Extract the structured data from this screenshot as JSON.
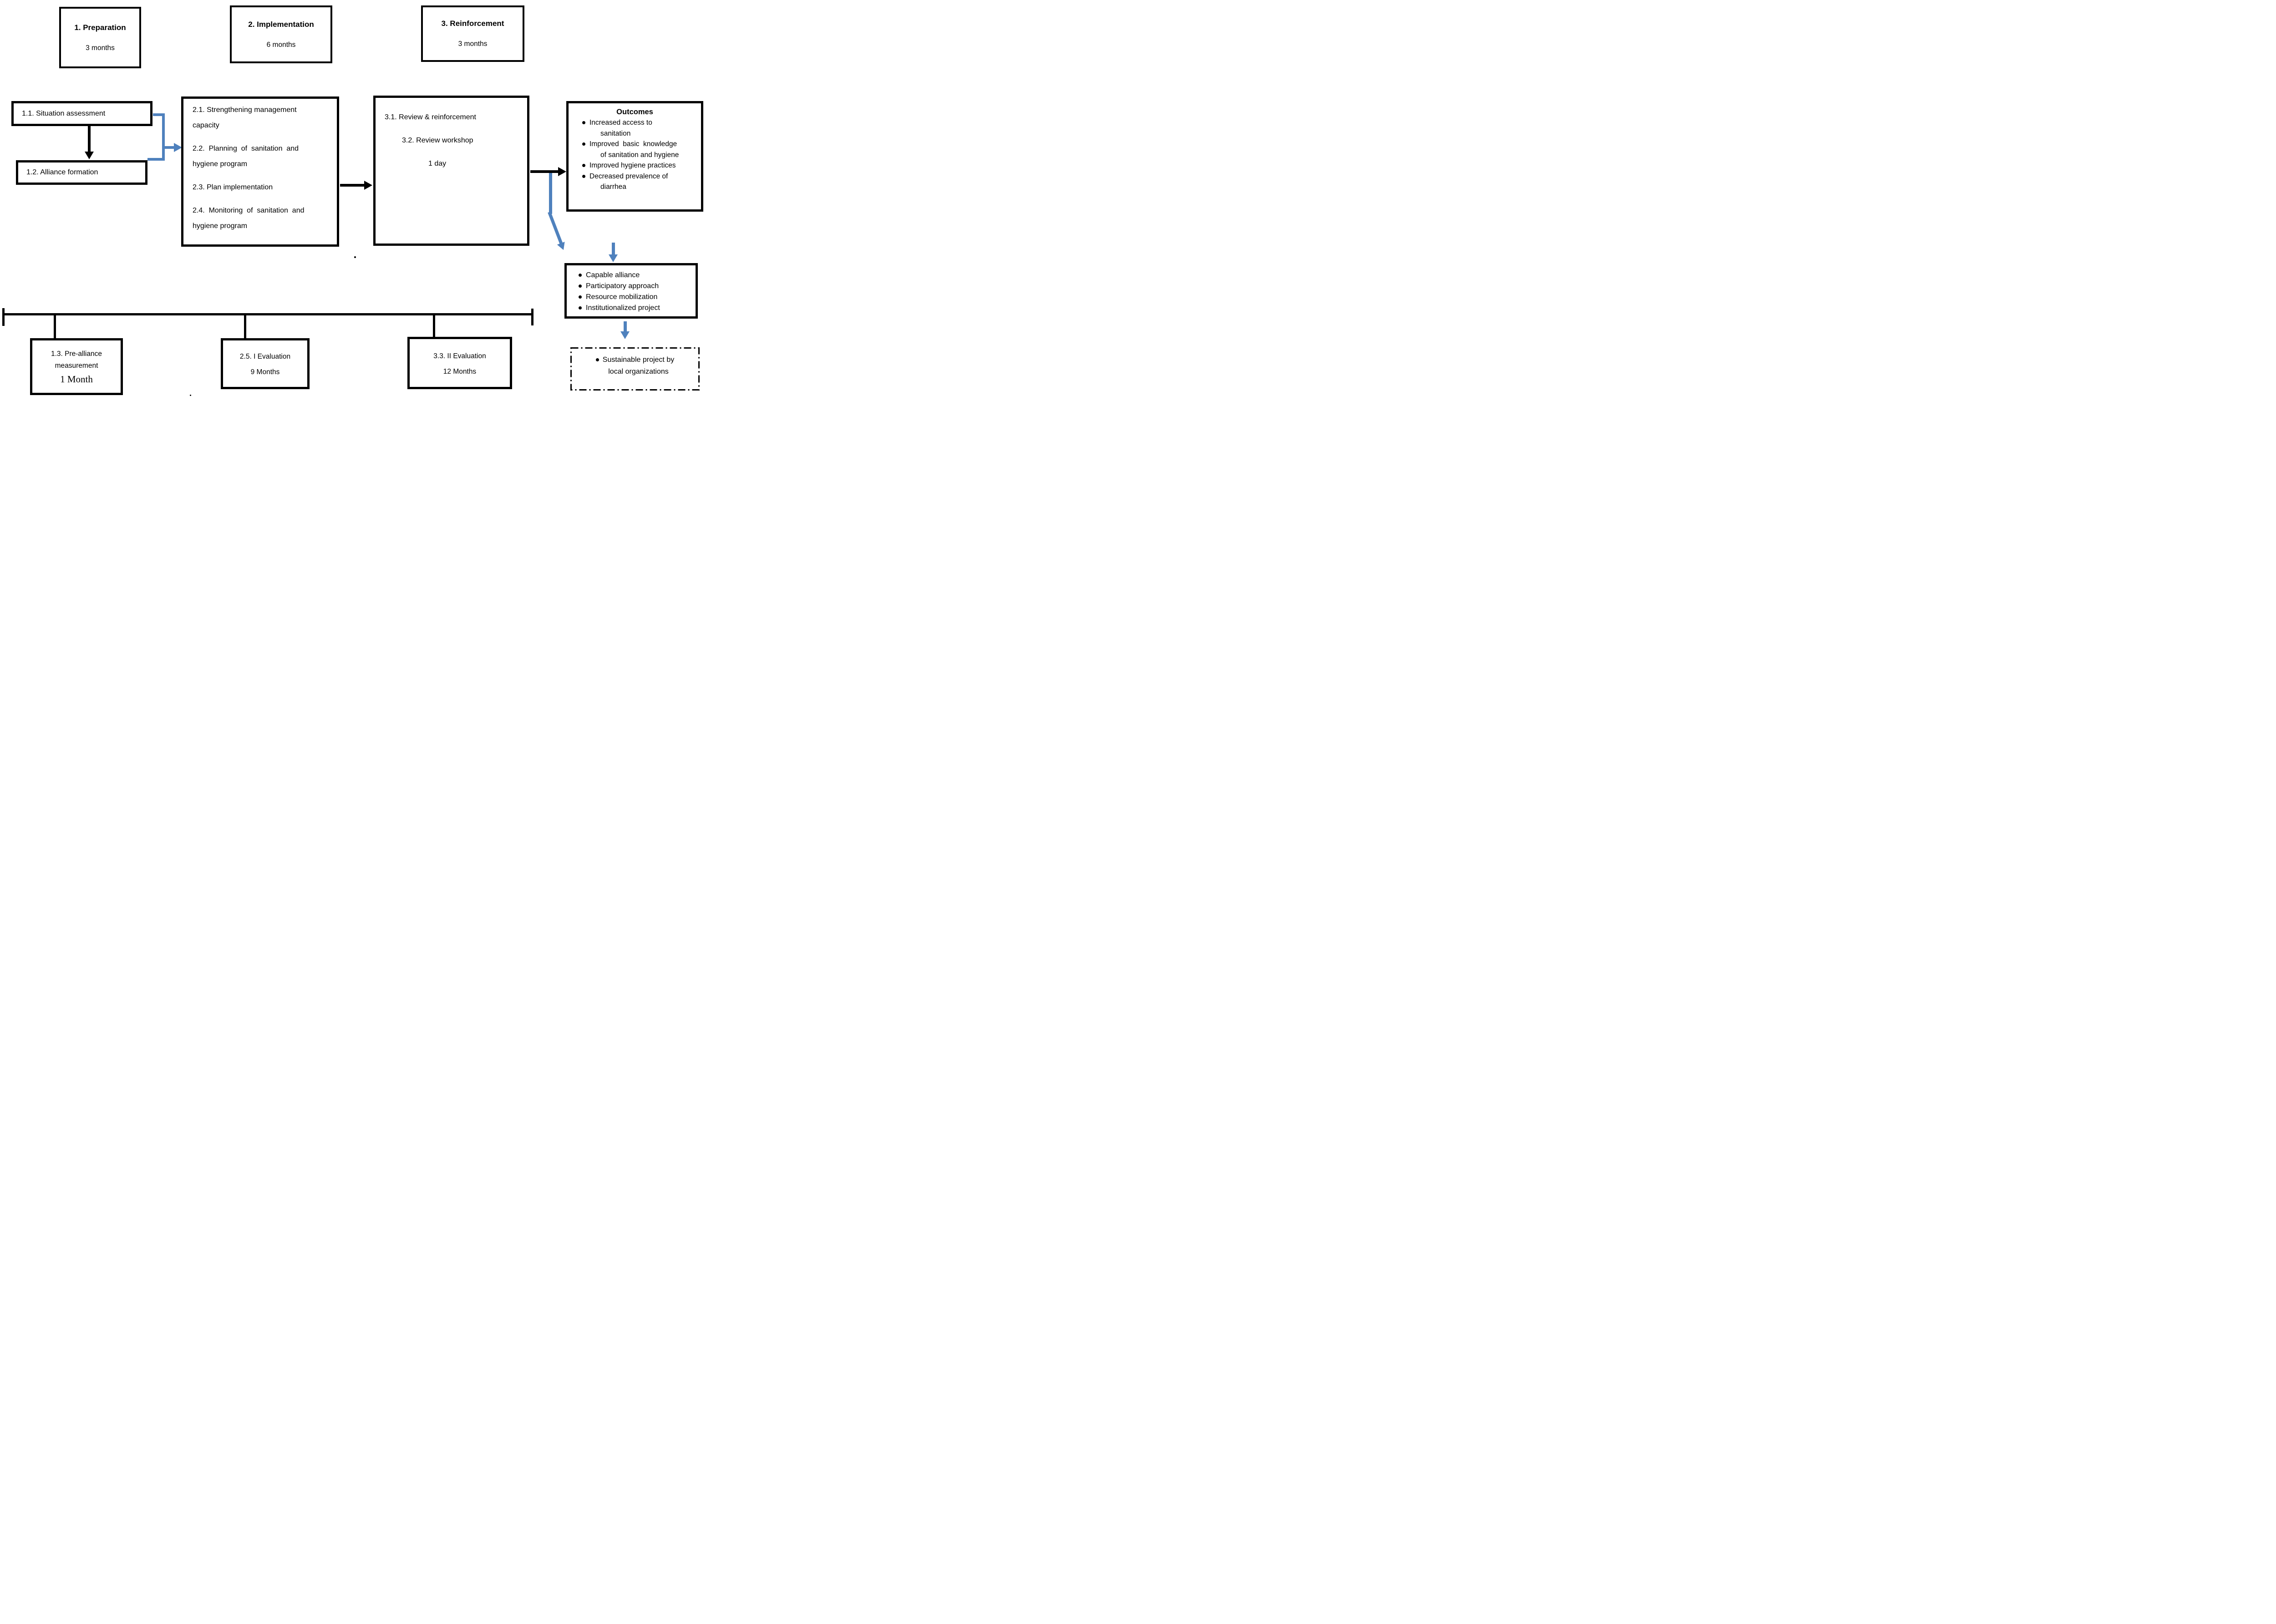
{
  "diagram": {
    "phases": [
      {
        "title": "1. Preparation",
        "duration": "3 months"
      },
      {
        "title": "2. Implementation",
        "duration": "6 months"
      },
      {
        "title": "3. Reinforcement",
        "duration": "3 months"
      }
    ],
    "preparation": {
      "situation_assessment": "1.1. Situation assessment",
      "alliance_formation": "1.2. Alliance formation"
    },
    "implementation_items": [
      "2.1. Strengthening management\ncapacity",
      "2.2.  Planning  of  sanitation  and\nhygiene program",
      "2.3. Plan implementation",
      "2.4.  Monitoring  of  sanitation  and\nhygiene program"
    ],
    "reinforcement": {
      "review_reinforcement": "3.1. Review & reinforcement",
      "review_workshop": "3.2. Review workshop",
      "duration": "1 day"
    },
    "outcomes": {
      "title": "Outcomes",
      "bullets": [
        "Increased access to\nsanitation",
        "Improved  basic  knowledge\nof sanitation and hygiene",
        "Improved hygiene practices",
        "Decreased prevalence of\ndiarrhea"
      ]
    },
    "alliance_results": {
      "bullets": [
        "Capable alliance",
        "Participatory approach",
        "Resource mobilization",
        "Institutionalized project"
      ]
    },
    "sustainability": {
      "bullet": "Sustainable project by\nlocal organizations"
    },
    "timeline_boxes": [
      {
        "title": "1.3. Pre-alliance\nmeasurement",
        "duration": "1 Month"
      },
      {
        "title": "2.5. I Evaluation",
        "duration": "9 Months"
      },
      {
        "title": "3.3. II Evaluation",
        "duration": "12 Months"
      }
    ],
    "colors": {
      "connector_blue": "#4f81bd",
      "line_black": "#000000"
    }
  }
}
